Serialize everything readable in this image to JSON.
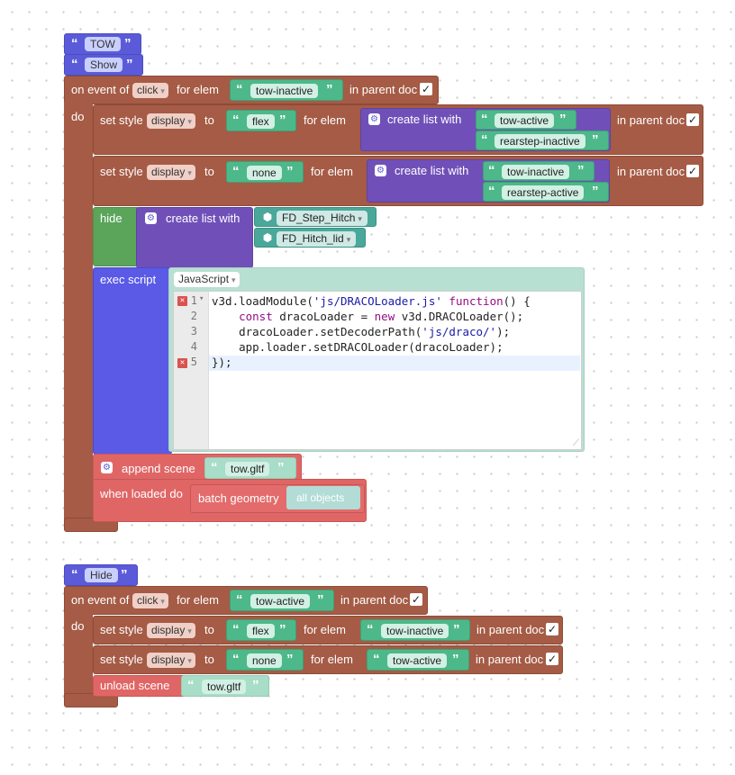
{
  "tow_group": {
    "header_labels": [
      "TOW",
      "Show"
    ],
    "event": {
      "on_event_of": "on event of",
      "event_value": "click",
      "for_elem": "for elem",
      "elem_value": "tow-inactive",
      "in_parent_doc": "in parent doc",
      "checkmark": "✓",
      "do_label": "do"
    },
    "style1": {
      "set_style": "set style",
      "prop": "display",
      "to": "to",
      "value": "flex",
      "for_elem": "for elem",
      "create_list_with": "create list with",
      "items": [
        "tow-active",
        "rearstep-inactive"
      ],
      "in_parent_doc": "in parent doc",
      "checkmark": "✓"
    },
    "style2": {
      "set_style": "set style",
      "prop": "display",
      "to": "to",
      "value": "none",
      "for_elem": "for elem",
      "create_list_with": "create list with",
      "items": [
        "tow-inactive",
        "rearstep-active"
      ],
      "in_parent_doc": "in parent doc",
      "checkmark": "✓"
    },
    "hide": {
      "label": "hide",
      "create_list_with": "create list with",
      "objects": [
        "FD_Step_Hitch",
        "FD_Hitch_lid"
      ]
    },
    "exec": {
      "label": "exec script",
      "language": "JavaScript",
      "line_numbers": [
        "1",
        "2",
        "3",
        "4",
        "5"
      ],
      "code_lines": [
        {
          "pre": "v3d.loadModule(",
          "str": "'js/DRACOLoader.js'",
          "mid": " ",
          "kw": "function",
          "post": "() {"
        },
        {
          "pre": "    ",
          "kw": "const",
          "mid": " dracoLoader = ",
          "kw2": "new",
          "post": " v3d.DRACOLoader();"
        },
        {
          "pre": "    dracoLoader.setDecoderPath(",
          "str": "'js/draco/'",
          "post": ");"
        },
        {
          "pre": "    app.loader.setDRACOLoader(dracoLoader);"
        },
        {
          "pre": "});"
        }
      ]
    },
    "append": {
      "label": "append scene",
      "file": "tow.gltf",
      "when_loaded": "when loaded do",
      "batch": "batch geometry",
      "batch_target": "all objects"
    }
  },
  "hide_group": {
    "header_label": "Hide",
    "event": {
      "on_event_of": "on event of",
      "event_value": "click",
      "for_elem": "for elem",
      "elem_value": "tow-active",
      "in_parent_doc": "in parent doc",
      "checkmark": "✓",
      "do_label": "do"
    },
    "style1": {
      "set_style": "set style",
      "prop": "display",
      "to": "to",
      "value": "flex",
      "for_elem": "for elem",
      "elem_value": "tow-inactive",
      "in_parent_doc": "in parent doc",
      "checkmark": "✓"
    },
    "style2": {
      "set_style": "set style",
      "prop": "display",
      "to": "to",
      "value": "none",
      "for_elem": "for elem",
      "elem_value": "tow-active",
      "in_parent_doc": "in parent doc",
      "checkmark": "✓"
    },
    "unload": {
      "label": "unload scene",
      "file": "tow.gltf"
    }
  },
  "icons": {
    "quote_open": "“",
    "quote_close": "”",
    "gear": "⚙",
    "cube": "⬢",
    "dropdown": "▾"
  }
}
